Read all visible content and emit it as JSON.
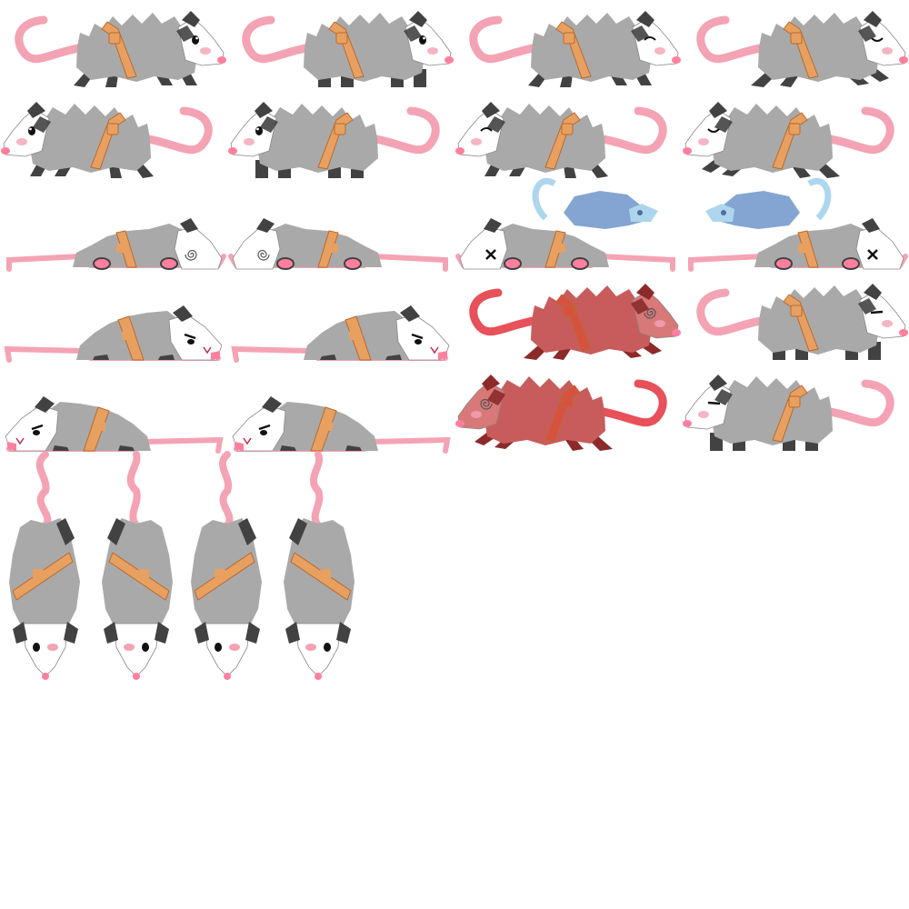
{
  "sheet": {
    "background": "#ffffff",
    "palette": {
      "fur": "#a9a9a9",
      "fur_dark": "#424242",
      "face": "#ffffff",
      "tail": "#f4a3b4",
      "tail_outline": "#e0607e",
      "nose": "#ff7f9f",
      "strap": "#e8a060",
      "strap_outline": "#b86a30",
      "cheek": "#f4a3b4",
      "ghost_fur": "#6f96c9",
      "ghost_face": "#9fd0ec",
      "hurt_fur": "#c85c5c",
      "hurt_dark": "#8c2a2a",
      "hurt_tail": "#e8505a"
    },
    "rows": [
      {
        "name": "walk-right",
        "frames": [
          "walk-r-1",
          "walk-r-2",
          "walk-r-3",
          "walk-r-4"
        ],
        "eyes": [
          "open",
          "open",
          "blink",
          "closed"
        ]
      },
      {
        "name": "walk-left",
        "frames": [
          "walk-l-1",
          "walk-l-2",
          "walk-l-3",
          "walk-l-4"
        ],
        "eyes": [
          "open",
          "open",
          "blink",
          "closed"
        ]
      },
      {
        "name": "faint",
        "frames": [
          "dizzy-r",
          "dizzy-l",
          "ghost-l",
          "ghost-r"
        ],
        "eyes": [
          "spiral",
          "spiral",
          "x",
          "x"
        ]
      },
      {
        "name": "crouch-hurt",
        "frames": [
          "angry-r",
          "angry-r",
          "hurt-r",
          "stand-r"
        ],
        "eyes": [
          "angry",
          "angry",
          "spiral",
          "squint"
        ]
      },
      {
        "name": "crouch-left",
        "frames": [
          "angry-l",
          "angry-l",
          "hurt-l",
          "stand-l"
        ],
        "eyes": [
          "angry",
          "angry",
          "spiral",
          "squint"
        ]
      },
      {
        "name": "hang",
        "frames": [
          "hang-1",
          "hang-2",
          "hang-3",
          "hang-4"
        ],
        "eyes": [
          "open",
          "open",
          "open",
          "open"
        ]
      }
    ]
  }
}
